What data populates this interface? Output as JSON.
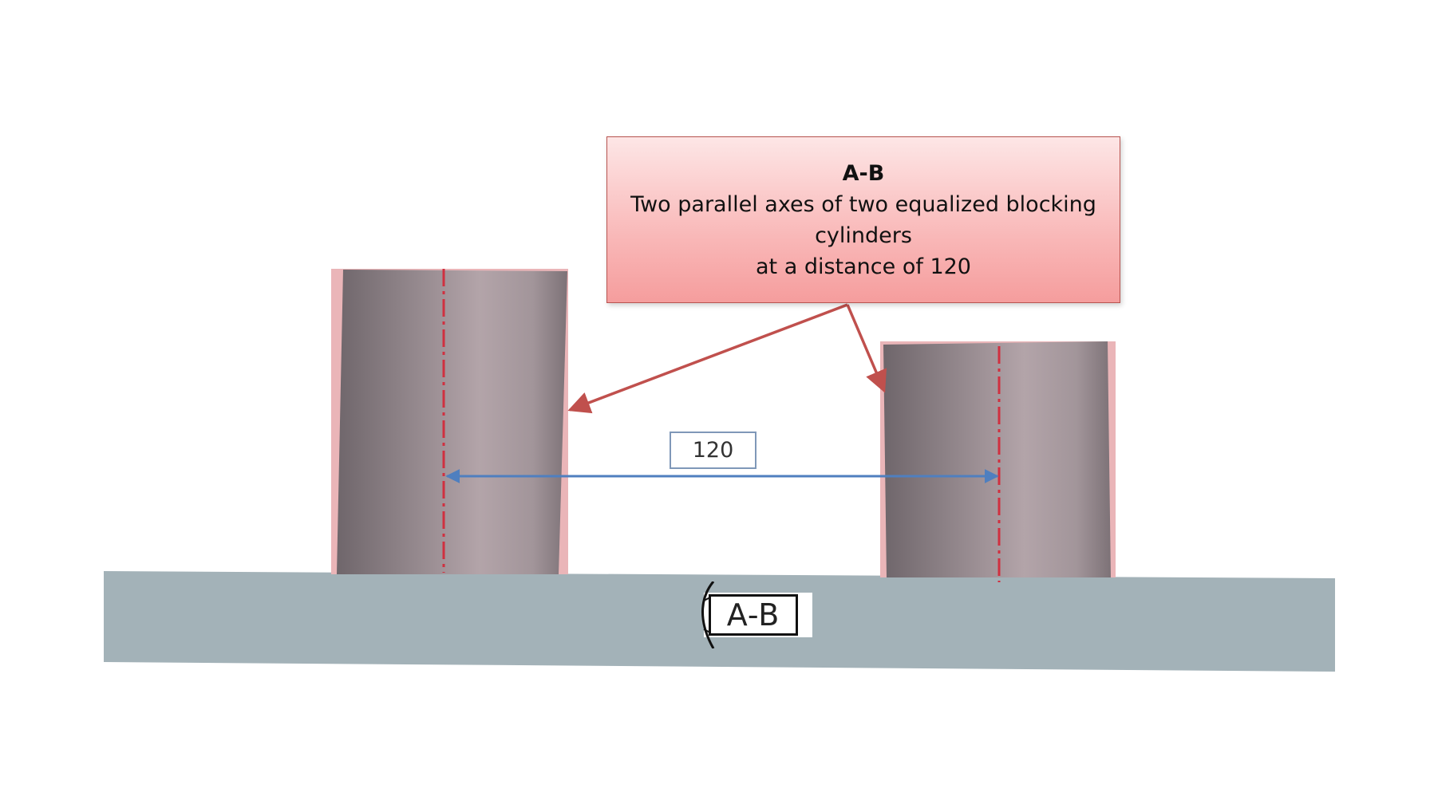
{
  "callout": {
    "title": "A-B",
    "lines": [
      "Two parallel axes of two equalized blocking",
      "cylinders",
      "at a distance of 120"
    ]
  },
  "dimension": {
    "value": "120"
  },
  "datum": {
    "label": "A-B"
  },
  "colors": {
    "base_plate": "#a3b2b8",
    "cylinder_dark": "#786e74",
    "cylinder_light": "#b1a2a7",
    "cylinder_halo": "#eab5b8",
    "axis_line": "#d03040",
    "arrow": "#c0504d",
    "dimension_line": "#4f7fbf",
    "callout_fill": "#f9b8b8",
    "callout_border": "#b85450"
  }
}
